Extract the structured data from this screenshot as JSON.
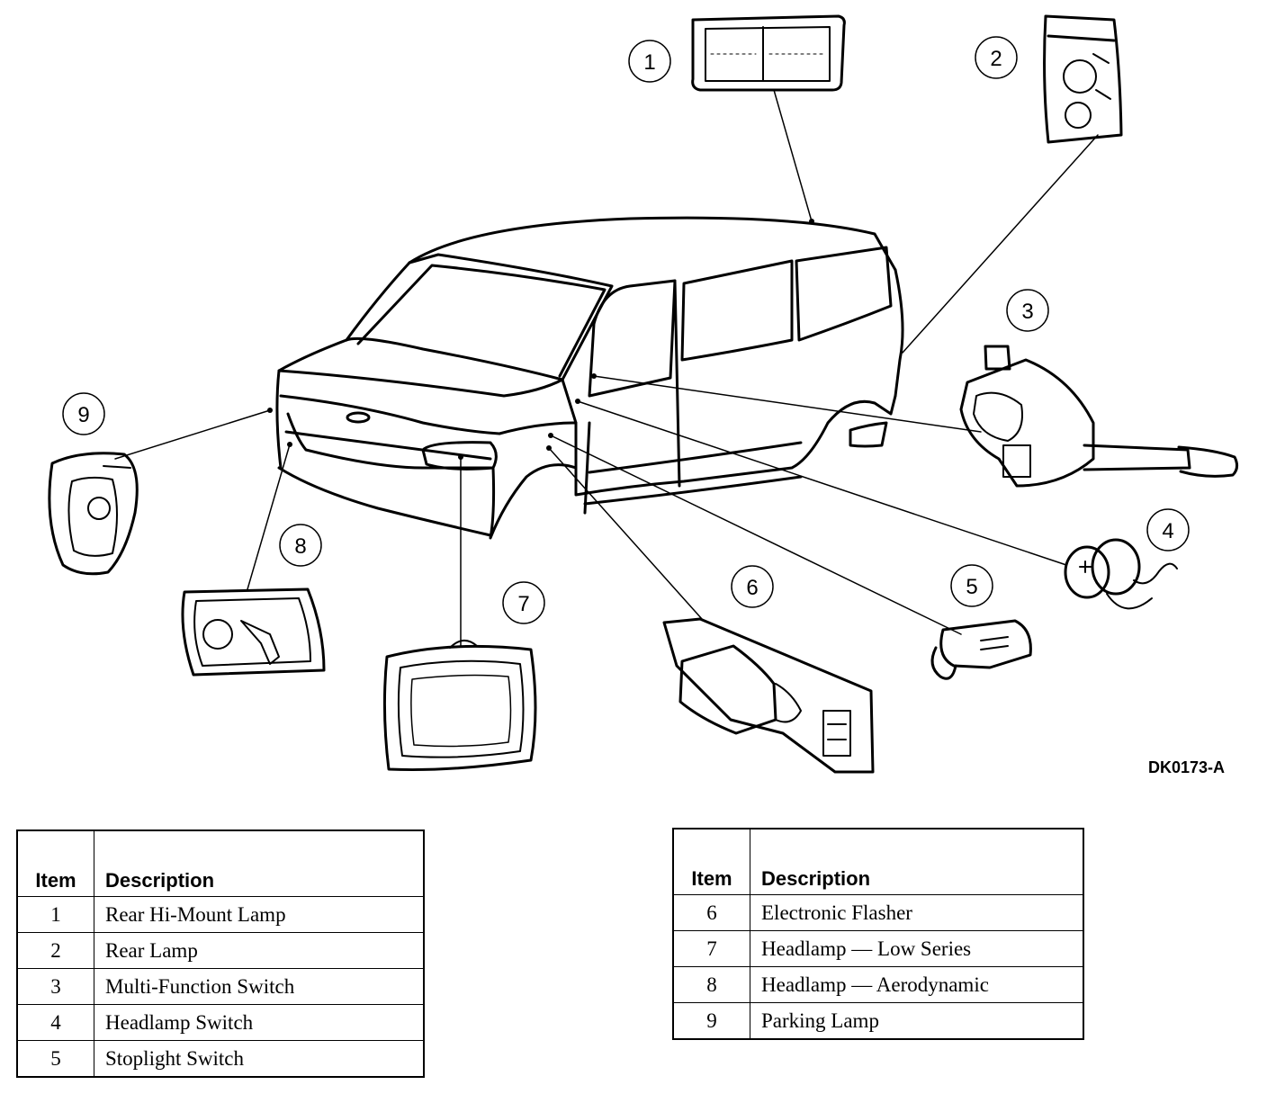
{
  "figure_code": "DK0173-A",
  "callouts": [
    "1",
    "2",
    "3",
    "4",
    "5",
    "6",
    "7",
    "8",
    "9"
  ],
  "legend_left": {
    "header_item": "Item",
    "header_description": "Description",
    "rows": [
      {
        "item": "1",
        "description": "Rear Hi-Mount Lamp"
      },
      {
        "item": "2",
        "description": "Rear Lamp"
      },
      {
        "item": "3",
        "description": "Multi-Function Switch"
      },
      {
        "item": "4",
        "description": "Headlamp Switch"
      },
      {
        "item": "5",
        "description": "Stoplight Switch"
      }
    ]
  },
  "legend_right": {
    "header_item": "Item",
    "header_description": "Description",
    "rows": [
      {
        "item": "6",
        "description": "Electronic Flasher"
      },
      {
        "item": "7",
        "description": "Headlamp — Low Series"
      },
      {
        "item": "8",
        "description": "Headlamp — Aerodynamic"
      },
      {
        "item": "9",
        "description": "Parking Lamp"
      }
    ]
  }
}
